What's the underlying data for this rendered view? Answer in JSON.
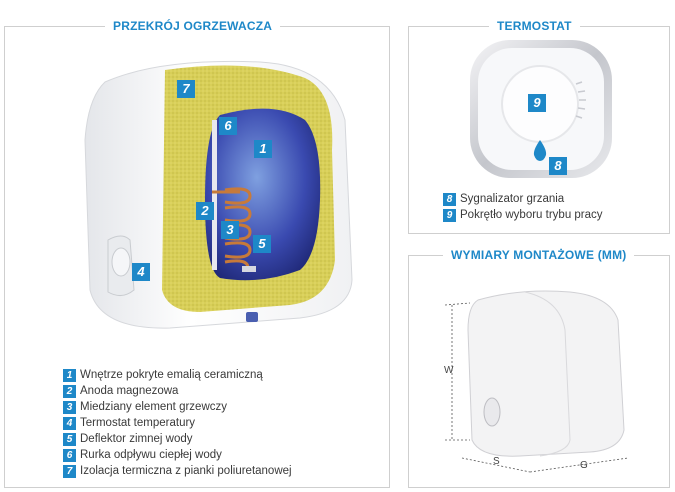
{
  "panels": {
    "section_title": "PRZEKRÓJ OGRZEWACZA",
    "thermostat_title": "TERMOSTAT",
    "dimensions_title": "WYMIARY MONTAŻOWE (MM)"
  },
  "markers": [
    "1",
    "2",
    "3",
    "4",
    "5",
    "6",
    "7",
    "8",
    "9"
  ],
  "legend": [
    {
      "num": "1",
      "text": "Wnętrze pokryte emalią ceramiczną"
    },
    {
      "num": "2",
      "text": "Anoda magnezowa"
    },
    {
      "num": "3",
      "text": "Miedziany element grzewczy"
    },
    {
      "num": "4",
      "text": "Termostat temperatury"
    },
    {
      "num": "5",
      "text": "Deflektor zimnej wody"
    },
    {
      "num": "6",
      "text": "Rurka odpływu ciepłej wody"
    },
    {
      "num": "7",
      "text": "Izolacja termiczna z pianki poliuretanowej"
    }
  ],
  "thermostat_legend": [
    {
      "num": "8",
      "text": "Sygnalizator grzania"
    },
    {
      "num": "9",
      "text": "Pokrętło wyboru trybu pracy"
    }
  ],
  "dimensions": {
    "w": "W",
    "s": "S",
    "g": "G"
  },
  "colors": {
    "accent": "#1e88c8",
    "insulation": "#d8cf58",
    "tank": "#3a4ab0",
    "border": "#cfcfcf"
  }
}
